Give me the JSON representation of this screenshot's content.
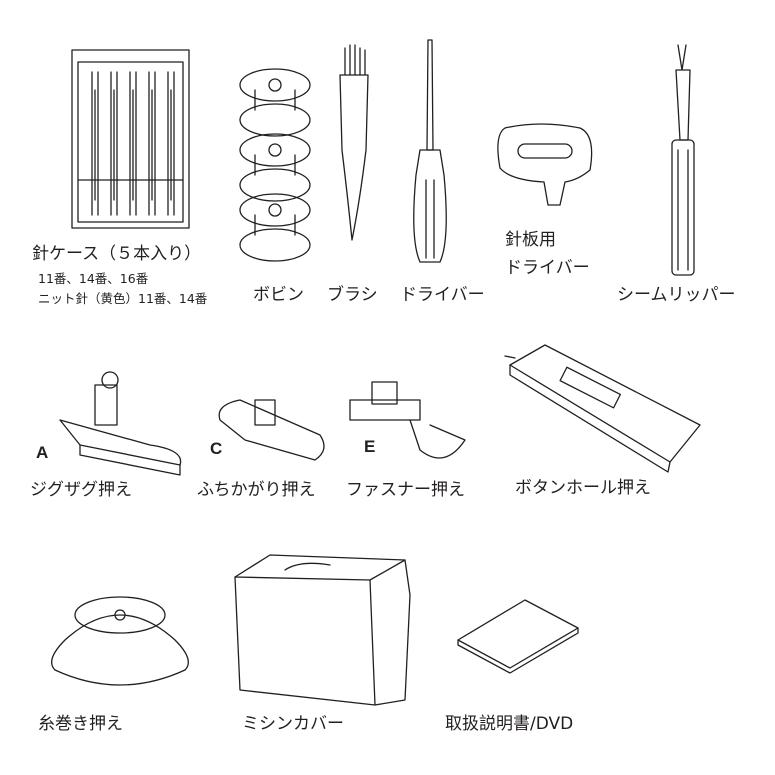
{
  "items": {
    "needle_case": {
      "label": "針ケース（５本入り）",
      "detail_1": "11番、14番、16番",
      "detail_2": "ニット針（黄色）11番、14番"
    },
    "bobbin": {
      "label": "ボビン"
    },
    "brush": {
      "label": "ブラシ"
    },
    "screwdriver": {
      "label": "ドライバー"
    },
    "plate_screwdriver": {
      "label_1": "針板用",
      "label_2": "ドライバー"
    },
    "seam_ripper": {
      "label": "シームリッパー"
    },
    "zigzag_foot": {
      "letter": "A",
      "label": "ジグザグ押え"
    },
    "overcast_foot": {
      "letter": "C",
      "label": "ふちかがり押え"
    },
    "zipper_foot": {
      "letter": "E",
      "label": "ファスナー押え"
    },
    "buttonhole_foot": {
      "label": "ボタンホール押え"
    },
    "spool_cap": {
      "label": "糸巻き押え"
    },
    "dust_cover": {
      "label": "ミシンカバー"
    },
    "manual": {
      "label": "取扱説明書/DVD"
    }
  }
}
